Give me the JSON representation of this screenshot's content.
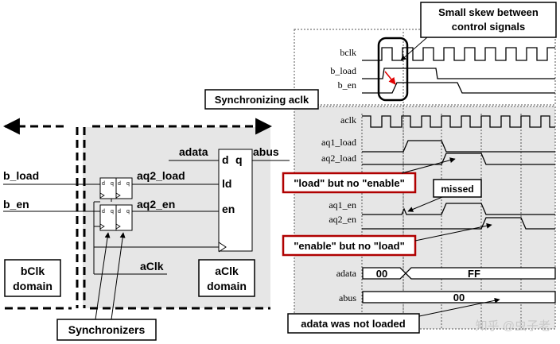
{
  "callouts": {
    "skew": [
      "Small skew between",
      "control signals"
    ],
    "sync_aclk": "Synchronizing aclk",
    "load_no_enable": "\"load\" but no \"enable\"",
    "missed": "missed",
    "enable_no_load": "\"enable\" but no \"load\"",
    "adata_not_loaded": "adata was not loaded",
    "synchronizers": "Synchronizers"
  },
  "schematic": {
    "inputs": {
      "b_load": "b_load",
      "b_en": "b_en"
    },
    "sync_outputs": {
      "aq2_load": "aq2_load",
      "aq2_en": "aq2_en"
    },
    "aclk": "aClk",
    "adata": "adata",
    "abus": "abus",
    "register_ports": {
      "d": "d",
      "q": "q",
      "ld": "ld",
      "en": "en"
    },
    "ff_ports": {
      "d": "d",
      "q": "q"
    },
    "bclk_domain": [
      "bClk",
      "domain"
    ],
    "aclk_domain": [
      "aClk",
      "domain"
    ]
  },
  "timing": {
    "signals": {
      "bclk": "bclk",
      "b_load": "b_load",
      "b_en": "b_en",
      "aclk": "aclk",
      "aq1_load": "aq1_load",
      "aq2_load": "aq2_load",
      "aq1_en": "aq1_en",
      "aq2_en": "aq2_en",
      "adata": "adata",
      "abus": "abus"
    },
    "adata_values": [
      "00",
      "FF"
    ],
    "abus_value": "00"
  },
  "watermark": "知乎 @虫子老",
  "colors": {
    "highlight_border": "#b00000",
    "arrow_red": "#e00000",
    "shade": "#e6e6e6"
  }
}
